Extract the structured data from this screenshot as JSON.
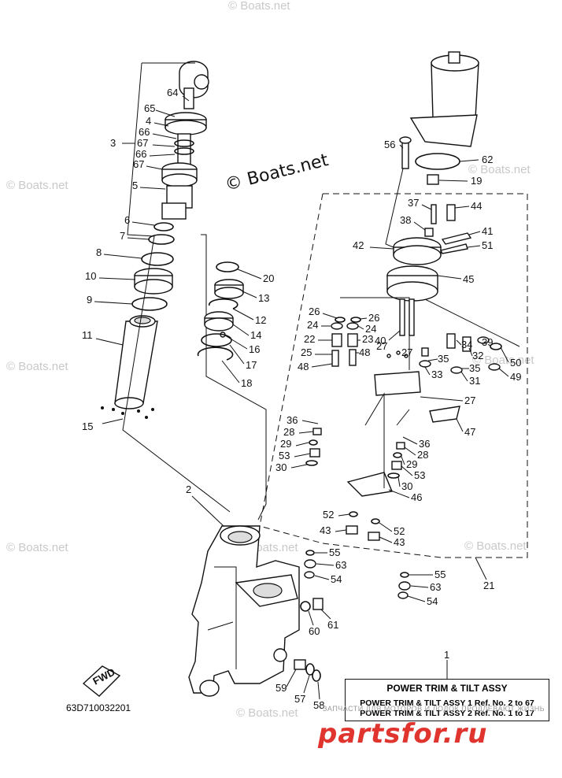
{
  "watermark": "© Boats.net",
  "center_watermark": "© Boats.net",
  "part_numbers": [
    "1",
    "2",
    "3",
    "4",
    "5",
    "6",
    "7",
    "8",
    "9",
    "10",
    "11",
    "12",
    "13",
    "14",
    "15",
    "16",
    "17",
    "18",
    "19",
    "20",
    "21",
    "22",
    "23",
    "24",
    "25",
    "26",
    "27",
    "28",
    "29",
    "30",
    "31",
    "32",
    "33",
    "34",
    "35",
    "36",
    "37",
    "38",
    "39",
    "40",
    "41",
    "42",
    "43",
    "44",
    "45",
    "46",
    "47",
    "48",
    "49",
    "50",
    "51",
    "52",
    "53",
    "54",
    "55",
    "56",
    "57",
    "58",
    "59",
    "60",
    "61",
    "62",
    "63",
    "64",
    "65",
    "66",
    "67"
  ],
  "legend": {
    "title": "POWER TRIM & TILT ASSY",
    "line1": "POWER TRIM & TILT ASSY 1 Ref. No. 2 to 67",
    "line2": "POWER TRIM & TILT ASSY 2 Ref. No. 1 to 17"
  },
  "diagram_code": "63D710032201",
  "fwd_label": "FWD",
  "footer_text": "ЗАПЧАСТИ ДЛЯ МОТОРОВ И ЛОДОК ПРОДЛЕВАЮТ ЖИЗНЬ",
  "brand_logo": "partsfor.ru"
}
